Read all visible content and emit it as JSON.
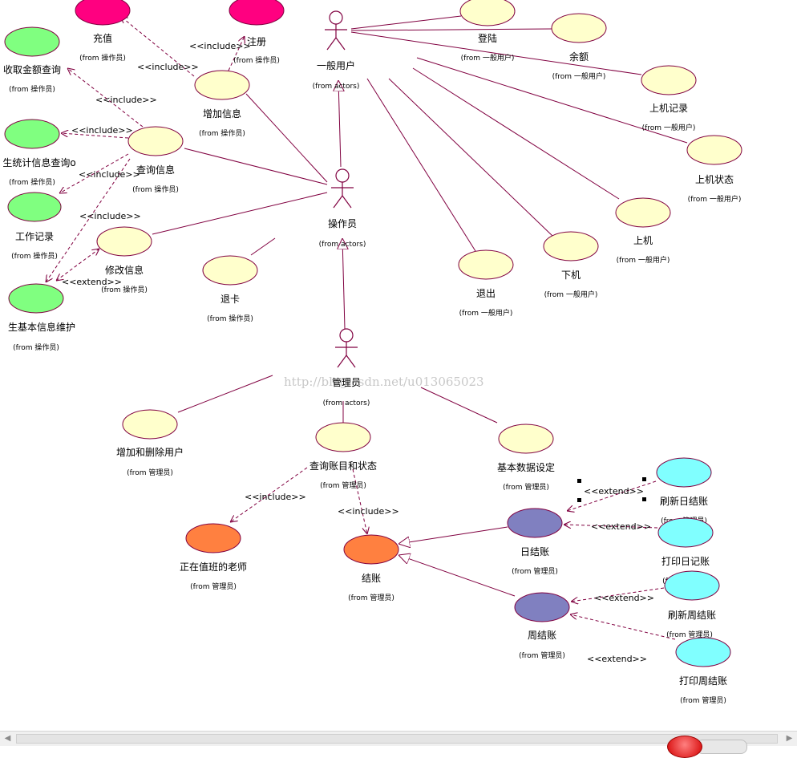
{
  "watermark": "http://blog.csdn.net/u013065023",
  "colors": {
    "line": "#800040",
    "ellipse_border": "#800040",
    "default_fill": "#ffffcc",
    "magenta": "#ff0080",
    "green": "#80ff80",
    "purple": "#8080c0",
    "orange": "#ff8040",
    "cyan": "#80ffff"
  },
  "actors": [
    {
      "id": "general",
      "name": "一般用户",
      "from": "(from actors)"
    },
    {
      "id": "operator",
      "name": "操作员",
      "from": "(from actors)"
    },
    {
      "id": "admin",
      "name": "管理员",
      "from": "(from actors)"
    }
  ],
  "usecases": [
    {
      "id": "recharge",
      "name": "充值",
      "from": "(from 操作员)",
      "fill": "magenta"
    },
    {
      "id": "register",
      "name": "注册",
      "from": "(from 操作员)",
      "fill": "magenta"
    },
    {
      "id": "refund-query",
      "name": "收取金额查询",
      "from": "(from 操作员)",
      "fill": "green"
    },
    {
      "id": "student-stats",
      "name": "生统计信息查询o",
      "from": "(from 操作员)",
      "fill": "green"
    },
    {
      "id": "work-record",
      "name": "工作记录",
      "from": "(from 操作员)",
      "fill": "green"
    },
    {
      "id": "student-info",
      "name": "生基本信息维护",
      "from": "(from 操作员)",
      "fill": "green"
    },
    {
      "id": "add-info",
      "name": "增加信息",
      "from": "(from 操作员)",
      "fill": "default"
    },
    {
      "id": "query-info",
      "name": "查询信息",
      "from": "(from 操作员)",
      "fill": "default"
    },
    {
      "id": "modify-info",
      "name": "修改信息",
      "from": "(from 操作员)",
      "fill": "default"
    },
    {
      "id": "return-card",
      "name": "退卡",
      "from": "(from 操作员)",
      "fill": "default"
    },
    {
      "id": "login",
      "name": "登陆",
      "from": "(from 一般用户)",
      "fill": "default"
    },
    {
      "id": "balance",
      "name": "余额",
      "from": "(from 一般用户)",
      "fill": "default"
    },
    {
      "id": "machine-record",
      "name": "上机记录",
      "from": "(from 一般用户)",
      "fill": "default"
    },
    {
      "id": "machine-status",
      "name": "上机状态",
      "from": "(from 一般用户)",
      "fill": "default"
    },
    {
      "id": "on-machine",
      "name": "上机",
      "from": "(from 一般用户)",
      "fill": "default"
    },
    {
      "id": "off-machine",
      "name": "下机",
      "from": "(from 一般用户)",
      "fill": "default"
    },
    {
      "id": "exit",
      "name": "退出",
      "from": "(from 一般用户)",
      "fill": "default"
    },
    {
      "id": "add-del-user",
      "name": "增加和删除用户",
      "from": "(from 管理员)",
      "fill": "default"
    },
    {
      "id": "query-account",
      "name": "查询账目和状态",
      "from": "(from 管理员)",
      "fill": "default"
    },
    {
      "id": "basic-data",
      "name": "基本数据设定",
      "from": "(from 管理员)",
      "fill": "default"
    },
    {
      "id": "on-duty-teacher",
      "name": "正在值班的老师",
      "from": "(from 管理员)",
      "fill": "orange"
    },
    {
      "id": "settle",
      "name": "结账",
      "from": "(from 管理员)",
      "fill": "orange"
    },
    {
      "id": "daily-settle",
      "name": "日结账",
      "from": "(from 管理员)",
      "fill": "purple"
    },
    {
      "id": "weekly-settle",
      "name": "周结账",
      "from": "(from 管理员)",
      "fill": "purple"
    },
    {
      "id": "refresh-daily",
      "name": "刷新日结账",
      "from": "(from 管理员)",
      "fill": "cyan"
    },
    {
      "id": "print-daily",
      "name": "打印日记账",
      "from": "(from 管理员)",
      "fill": "cyan"
    },
    {
      "id": "refresh-weekly",
      "name": "刷新周结账",
      "from": "(from 管理员)",
      "fill": "cyan"
    },
    {
      "id": "print-weekly",
      "name": "打印周结账",
      "from": "(from 管理员)",
      "fill": "cyan"
    }
  ],
  "stereotypes": {
    "include": "<<include>>",
    "extend": "<<extend>>"
  }
}
